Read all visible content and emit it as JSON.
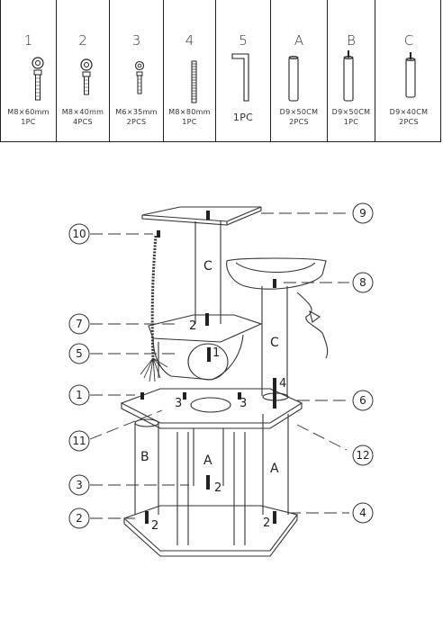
{
  "parts": [
    {
      "number": "1",
      "spec": "M8×60mm",
      "qty": "1PC",
      "icon": "bolt-icon"
    },
    {
      "number": "2",
      "spec": "M8×40mm",
      "qty": "4PCS",
      "icon": "bolt-icon"
    },
    {
      "number": "3",
      "spec": "M6×35mm",
      "qty": "2PCS",
      "icon": "bolt-icon"
    },
    {
      "number": "4",
      "spec": "M8×80mm",
      "qty": "1PC",
      "icon": "threaded-rod-icon"
    },
    {
      "number": "5",
      "spec": "",
      "qty": "1PC",
      "icon": "allen-key-icon"
    },
    {
      "number": "A",
      "spec": "D9×50CM",
      "qty": "2PCS",
      "icon": "post-icon"
    },
    {
      "number": "B",
      "spec": "D9×50CM",
      "qty": "1PC",
      "icon": "post-icon"
    },
    {
      "number": "C",
      "spec": "D9×40CM",
      "qty": "2PCS",
      "icon": "post-icon"
    }
  ],
  "diagram": {
    "callouts": [
      "9",
      "10",
      "8",
      "7",
      "5",
      "1",
      "6",
      "11",
      "12",
      "3",
      "2",
      "4"
    ],
    "post_labels": {
      "top_c": "C",
      "right_c": "C",
      "left_b": "B",
      "center_a": "A",
      "right_a": "A"
    },
    "screw_marks": {
      "m7": "2",
      "m5": "1",
      "m3a": "3",
      "m3b": "3",
      "m4": "4",
      "m3c": "2",
      "m2a": "2",
      "m2b": "2"
    }
  }
}
